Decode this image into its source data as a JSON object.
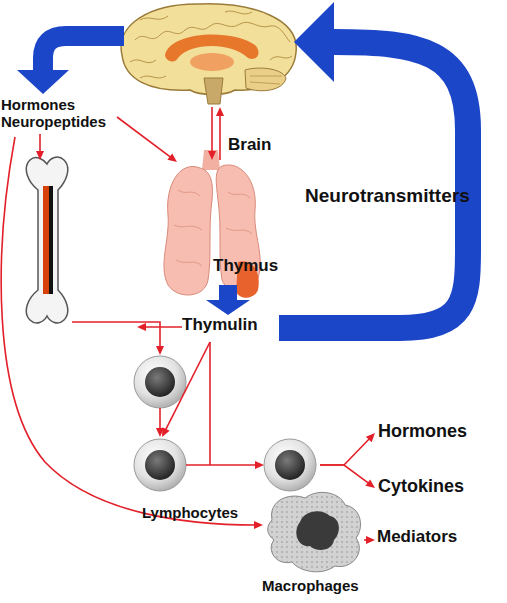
{
  "diagram": {
    "nodes": [
      {
        "text": [
          "Brain"
        ]
      },
      {
        "text": [
          "Hormones Neuropeptides"
        ]
      },
      {
        "text": [
          "Thymus"
        ]
      },
      {
        "text": [
          "Thymulin"
        ]
      },
      {
        "text": [
          "Lymphocytes"
        ]
      },
      {
        "text": [
          "Hormones"
        ]
      },
      {
        "text": [
          "Cytokines"
        ]
      },
      {
        "text": [
          "Macrophages"
        ]
      },
      {
        "text": [
          "Mediators"
        ]
      }
    ],
    "edges": [
      {
        "from": 0,
        "to": 1,
        "arrow": "to"
      },
      {
        "from": 0,
        "to": 2,
        "arrow": "both"
      },
      {
        "from": 1,
        "to": 2,
        "arrow": "to"
      },
      {
        "from": 2,
        "to": 3,
        "arrow": "to"
      },
      {
        "from": 3,
        "to": 0,
        "label": "Neurotransmitters",
        "arrow": "to"
      },
      {
        "from": 3,
        "to": 4,
        "arrow": "to"
      },
      {
        "from": 4,
        "to": 5,
        "arrow": "to"
      },
      {
        "from": 4,
        "to": 6,
        "arrow": "to"
      },
      {
        "from": 1,
        "to": 7,
        "arrow": "to"
      },
      {
        "from": 7,
        "to": 8,
        "arrow": "to"
      }
    ]
  }
}
